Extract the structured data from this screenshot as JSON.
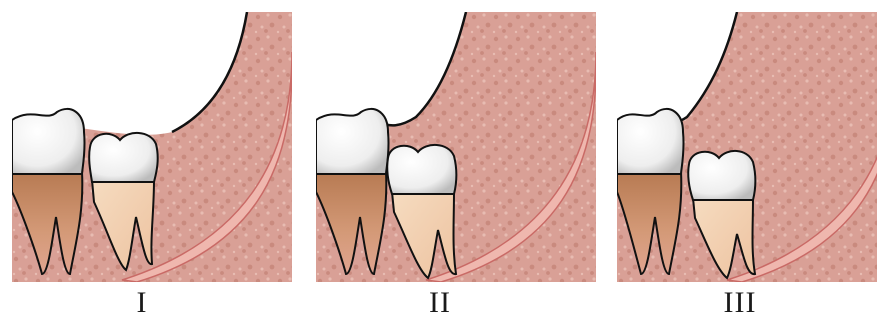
{
  "panels": [
    {
      "label": "I"
    },
    {
      "label": "II"
    },
    {
      "label": "III"
    }
  ],
  "colors": {
    "bone": "#d99c92",
    "bone_dots": "#c98478",
    "canal": "#e8b0a8",
    "canal_line": "#c96a66",
    "enamel": "#f2f2f2",
    "root_dark": "#c88a64",
    "root_light": "#f3d3b4"
  }
}
